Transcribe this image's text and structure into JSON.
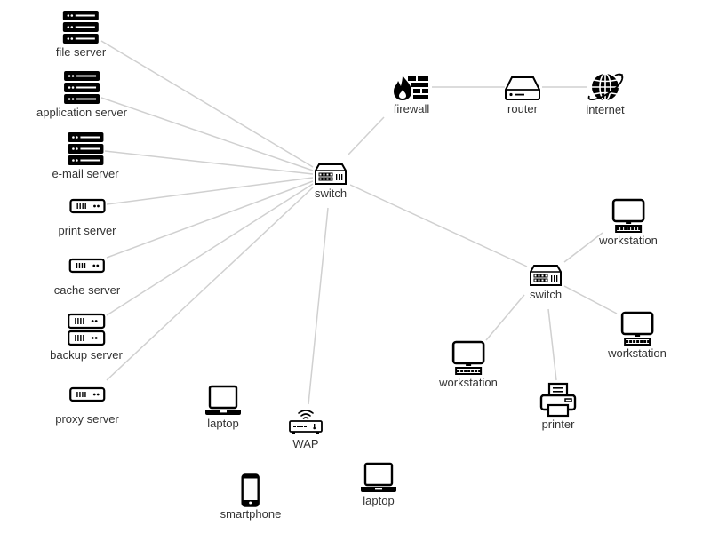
{
  "diagram": {
    "title": "",
    "line_color": "#d0d0d0",
    "icon_color": "#000000",
    "label_color": "#333333",
    "nodes": [
      {
        "id": "file-server",
        "label": "file server",
        "icon": "rack-server-icon"
      },
      {
        "id": "application-server",
        "label": "application server",
        "icon": "rack-server-icon"
      },
      {
        "id": "email-server",
        "label": "e-mail server",
        "icon": "rack-server-icon"
      },
      {
        "id": "print-server",
        "label": "print server",
        "icon": "server-unit-icon"
      },
      {
        "id": "cache-server",
        "label": "cache server",
        "icon": "server-unit-icon"
      },
      {
        "id": "backup-server",
        "label": "backup server",
        "icon": "double-server-icon"
      },
      {
        "id": "proxy-server",
        "label": "proxy server",
        "icon": "server-unit-icon"
      },
      {
        "id": "switch-main",
        "label": "switch",
        "icon": "switch-icon"
      },
      {
        "id": "firewall",
        "label": "firewall",
        "icon": "firewall-icon"
      },
      {
        "id": "router",
        "label": "router",
        "icon": "router-icon"
      },
      {
        "id": "internet",
        "label": "internet",
        "icon": "globe-icon"
      },
      {
        "id": "switch-sub",
        "label": "switch",
        "icon": "switch-icon"
      },
      {
        "id": "workstation-1",
        "label": "workstation",
        "icon": "workstation-icon"
      },
      {
        "id": "workstation-2",
        "label": "workstation",
        "icon": "workstation-icon"
      },
      {
        "id": "workstation-3",
        "label": "workstation",
        "icon": "workstation-icon"
      },
      {
        "id": "printer",
        "label": "printer",
        "icon": "printer-icon"
      },
      {
        "id": "wap",
        "label": "WAP",
        "icon": "wireless-access-point-icon"
      },
      {
        "id": "laptop-1",
        "label": "laptop",
        "icon": "laptop-icon"
      },
      {
        "id": "laptop-2",
        "label": "laptop",
        "icon": "laptop-icon"
      },
      {
        "id": "smartphone",
        "label": "smartphone",
        "icon": "smartphone-icon"
      }
    ],
    "edges": [
      [
        "file-server",
        "switch-main"
      ],
      [
        "application-server",
        "switch-main"
      ],
      [
        "email-server",
        "switch-main"
      ],
      [
        "print-server",
        "switch-main"
      ],
      [
        "cache-server",
        "switch-main"
      ],
      [
        "backup-server",
        "switch-main"
      ],
      [
        "proxy-server",
        "switch-main"
      ],
      [
        "switch-main",
        "firewall"
      ],
      [
        "firewall",
        "router"
      ],
      [
        "router",
        "internet"
      ],
      [
        "switch-main",
        "switch-sub"
      ],
      [
        "switch-main",
        "wap"
      ],
      [
        "switch-sub",
        "workstation-1"
      ],
      [
        "switch-sub",
        "workstation-2"
      ],
      [
        "switch-sub",
        "workstation-3"
      ],
      [
        "switch-sub",
        "printer"
      ]
    ]
  }
}
